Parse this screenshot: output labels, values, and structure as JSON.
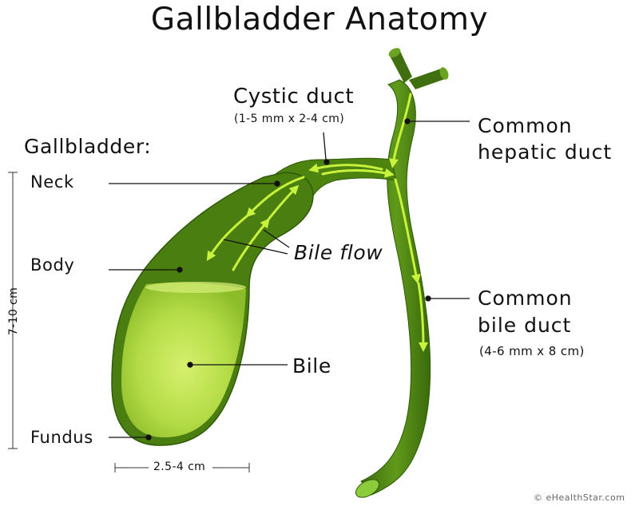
{
  "title": "Gallbladder Anatomy",
  "section_label": "Gallbladder:",
  "parts": {
    "neck": "Neck",
    "body": "Body",
    "fundus": "Fundus",
    "bile": "Bile"
  },
  "ducts": {
    "cystic": "Cystic duct",
    "cystic_size": "(1-5 mm x 2-4 cm)",
    "common_hepatic_line1": "Common",
    "common_hepatic_line2": "hepatic duct",
    "common_bile_line1": "Common",
    "common_bile_line2": "bile duct",
    "common_bile_size": "(4-6 mm x 8 cm)"
  },
  "flow_label": "Bile flow",
  "dimensions": {
    "length": "7-10 cm",
    "width": "2.5-4 cm"
  },
  "credit": "© eHealthStar.com",
  "colors": {
    "organ_dark": "#3d6b0c",
    "organ_mid": "#5a9416",
    "bile_light": "#c8e85a",
    "arrow": "#c8f23c",
    "line": "#111111"
  }
}
